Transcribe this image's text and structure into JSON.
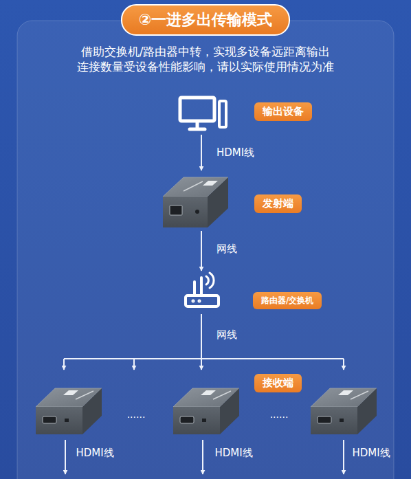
{
  "diagram": {
    "title": "②一进多出传输模式",
    "nodes": [
      {
        "text": [
          "输出设备"
        ]
      },
      {
        "text": [
          "发射端"
        ]
      },
      {
        "text": [
          "路由器/交换机"
        ]
      },
      {
        "text": [
          "接收端"
        ]
      }
    ],
    "edges": [
      {
        "from": 0,
        "to": 1,
        "label": "HDMI线",
        "arrow": "to"
      },
      {
        "from": 1,
        "to": 2,
        "label": "网线",
        "arrow": "to"
      },
      {
        "from": 2,
        "to": 3,
        "label": "网线",
        "arrow": "to"
      }
    ],
    "labels": [
      "借助交换机/路由器中转，实现多设备远距离输出",
      "连接数量受设备性能影响，请以实际使用情况为准",
      "......",
      "......",
      "HDMI线",
      "HDMI线",
      "HDMI线"
    ]
  }
}
